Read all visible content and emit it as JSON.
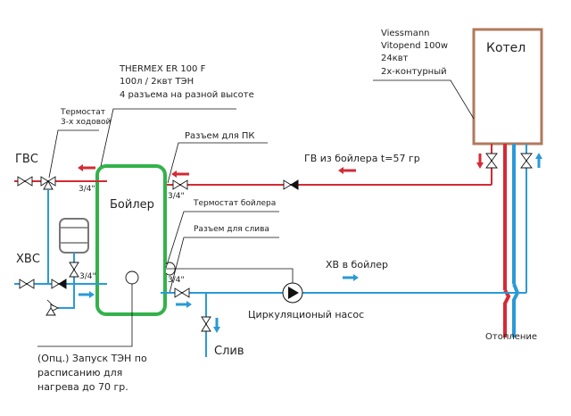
{
  "colors": {
    "hot_pipe": "#d42a35",
    "cold_pipe": "#2a9ad6",
    "boiler_tank": "#33b24a",
    "kotel_frame": "#b07a5c",
    "leader_line": "#111111"
  },
  "kotel": {
    "title": "Котел",
    "model_lines": [
      "Viessmann",
      "Vitopend 100w",
      "24квт",
      "2х-контурный"
    ]
  },
  "boiler": {
    "title": "Бойлер",
    "model_lines": [
      "THERMEX ER 100 F",
      "100л / 2квт ТЭН",
      "4 разъема на разной высоте"
    ]
  },
  "labels": {
    "gvs": "ГВС",
    "hvs": "ХВС",
    "thermostat_3way": [
      "Термостат",
      "3-х ходовой"
    ],
    "connector_pk": "Разъем для ПК",
    "thermostat_boiler": "Термостат бойлера",
    "connector_drain": "Разъем для слива",
    "hot_from_boiler": "ГВ из бойлера t=57 гр",
    "cold_to_boiler": "ХВ в бойлер",
    "circ_pump": "Циркуляционый насос",
    "drain": "Слив",
    "heating": "Отопление",
    "size_3_4": "3/4\"",
    "schedule_note": [
      "(Опц.) Запуск ТЭН по",
      "расписанию для",
      "нагрева до 70 гр."
    ]
  },
  "icons": [
    "ball-valve-icon",
    "three-way-valve-icon",
    "check-valve-icon",
    "pump-icon",
    "expansion-tank-icon",
    "safety-valve-icon",
    "flow-arrow-icon",
    "thermostat-sensor-icon",
    "heating-element-icon"
  ]
}
